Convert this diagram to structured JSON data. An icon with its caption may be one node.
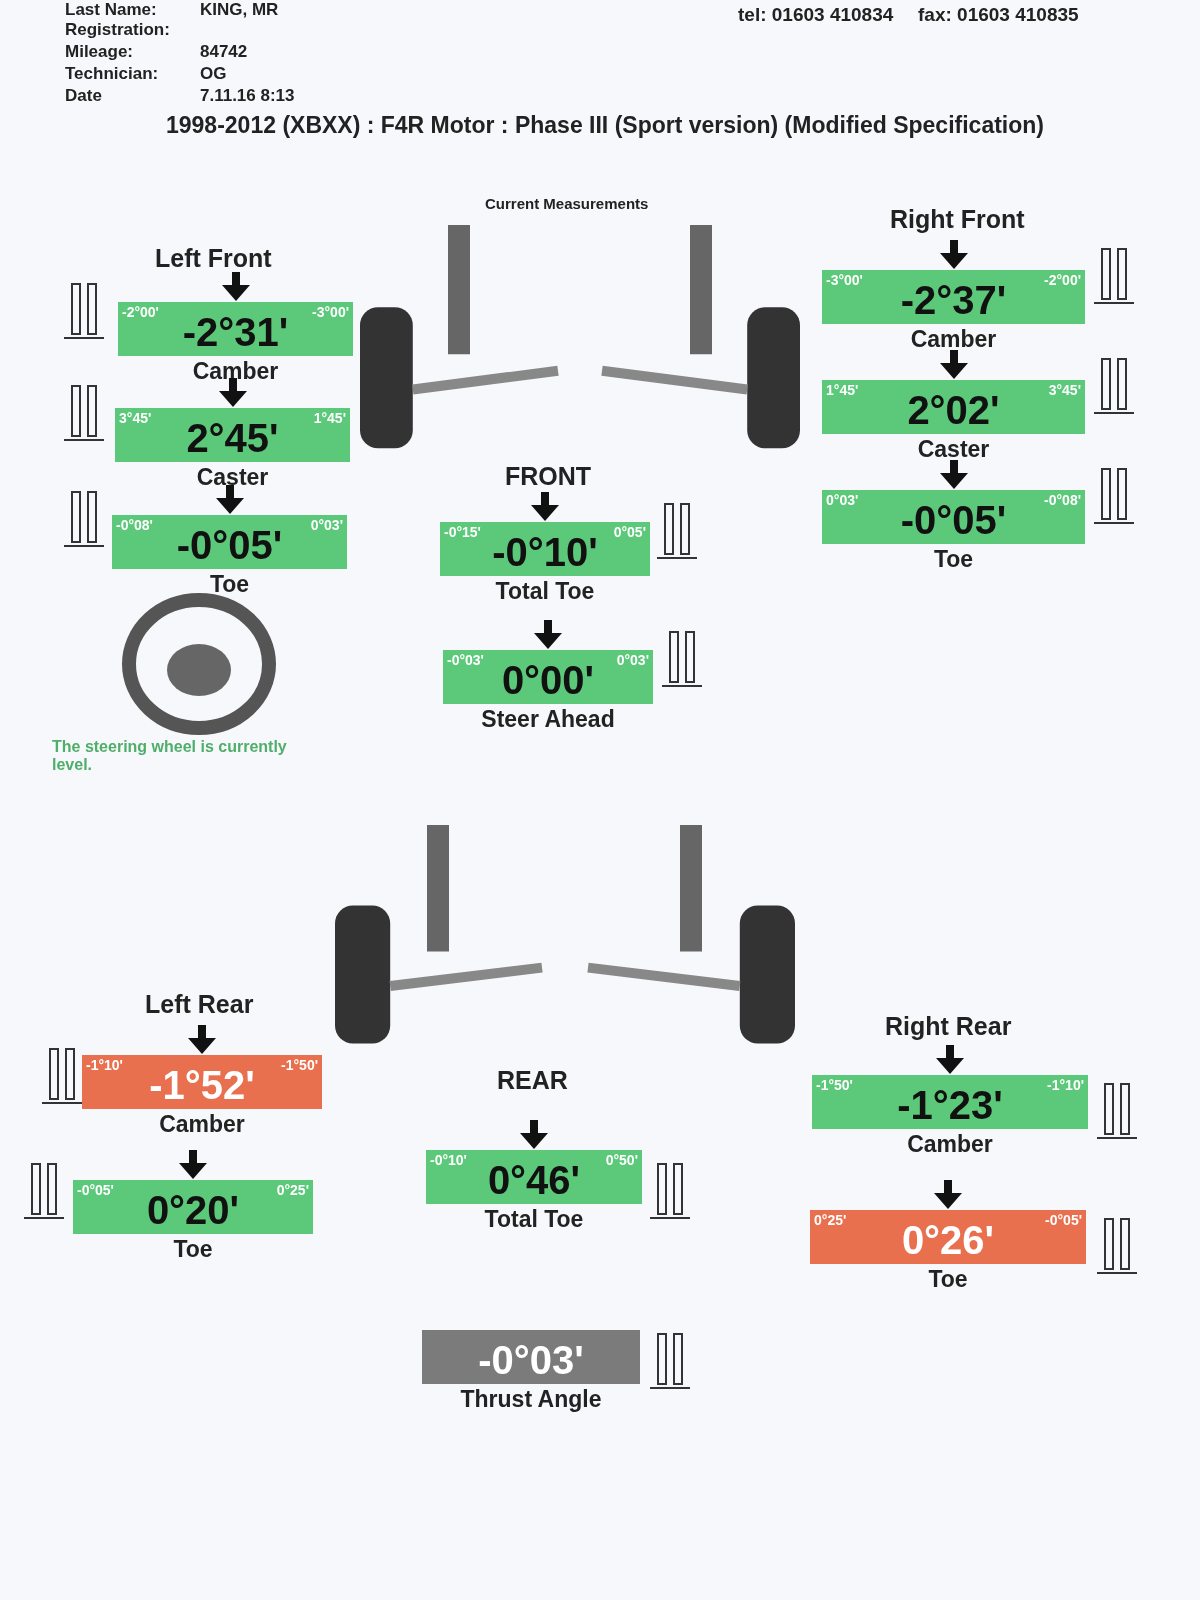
{
  "diagram": {
    "title": "1998-2012 (XBXX) : F4R Motor : Phase III (Sport version) (Modified Specification)",
    "nodes": [
      {
        "text": [
          "-2°00'",
          "-3°00'",
          "-2°31'",
          "Camber"
        ]
      },
      {
        "text": [
          "3°45'",
          "1°45'",
          "2°45'",
          "Caster"
        ]
      },
      {
        "text": [
          "-0°08'",
          "0°03'",
          "-0°05'",
          "Toe"
        ]
      },
      {
        "text": [
          "-3°00'",
          "-2°00'",
          "-2°37'",
          "Camber"
        ]
      },
      {
        "text": [
          "1°45'",
          "3°45'",
          "2°02'",
          "Caster"
        ]
      },
      {
        "text": [
          "0°03'",
          "-0°08'",
          "-0°05'",
          "Toe"
        ]
      },
      {
        "text": [
          "-0°15'",
          "0°05'",
          "-0°10'",
          "Total Toe"
        ]
      },
      {
        "text": [
          "-0°03'",
          "0°03'",
          "0°00'",
          "Steer Ahead"
        ]
      },
      {
        "text": [
          "-1°10'",
          "-1°50'",
          "-1°52'",
          "Camber"
        ]
      },
      {
        "text": [
          "-0°05'",
          "0°25'",
          "0°20'",
          "Toe"
        ]
      },
      {
        "text": [
          "-1°50'",
          "-1°10'",
          "-1°23'",
          "Camber"
        ]
      },
      {
        "text": [
          "0°25'",
          "-0°05'",
          "0°26'",
          "Toe"
        ]
      },
      {
        "text": [
          "-0°10'",
          "0°50'",
          "0°46'",
          "Total Toe"
        ]
      },
      {
        "text": [
          "-0°03'",
          "Thrust Angle"
        ]
      }
    ],
    "edges": [],
    "labels": [
      "Last Name:",
      "KING, MR",
      "Registration:",
      "Mileage:",
      "84742",
      "Technician:",
      "OG",
      "Date",
      "7.11.16 8:13",
      "tel: 01603 410834",
      "fax: 01603 410835",
      "Current Measurements",
      "Right Front",
      "Left Front",
      "FRONT",
      "The steering wheel is currently level.",
      "Left Rear",
      "Right Rear",
      "REAR"
    ]
  }
}
